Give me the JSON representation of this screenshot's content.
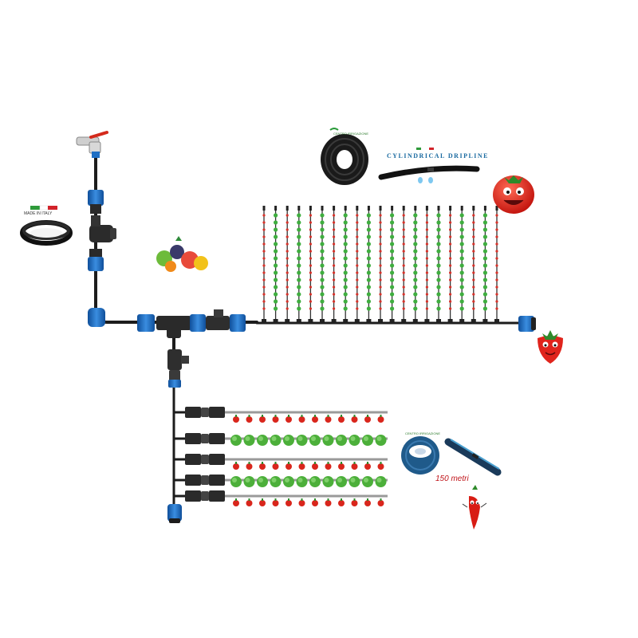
{
  "labels": {
    "made_in_italy": "MADE IN ITALY",
    "brand_top": "CENTRO IRRIGAZIONE",
    "brand_bottom": "CENTRO IRRIGAZIONE",
    "cylindrical_dripline": "CYLINDRICAL DRIPLINE",
    "tape_length": "150 metri"
  },
  "colors": {
    "pipe": "#1c1c1c",
    "fitting_blue": "#1f6fc4",
    "drip_green": "#3fae3f",
    "drip_red": "#d8322a",
    "tomato": "#d9261c",
    "lettuce": "#4caf3a",
    "italy_green": "#2e9a3a",
    "italy_red": "#d2232a"
  },
  "icons": {
    "faucet": "faucet-icon",
    "pipe_coil": "pipe-coil-icon",
    "filter": "filter-icon",
    "tee": "tee-fitting-icon",
    "valve": "ball-valve-icon",
    "tomato_mascot": "tomato-mascot-icon",
    "strawberry_mascot": "strawberry-mascot-icon",
    "pepper_mascot": "chili-pepper-icon",
    "vegetables": "vegetables-group-icon",
    "drip_tape_roll": "drip-tape-roll-icon"
  }
}
